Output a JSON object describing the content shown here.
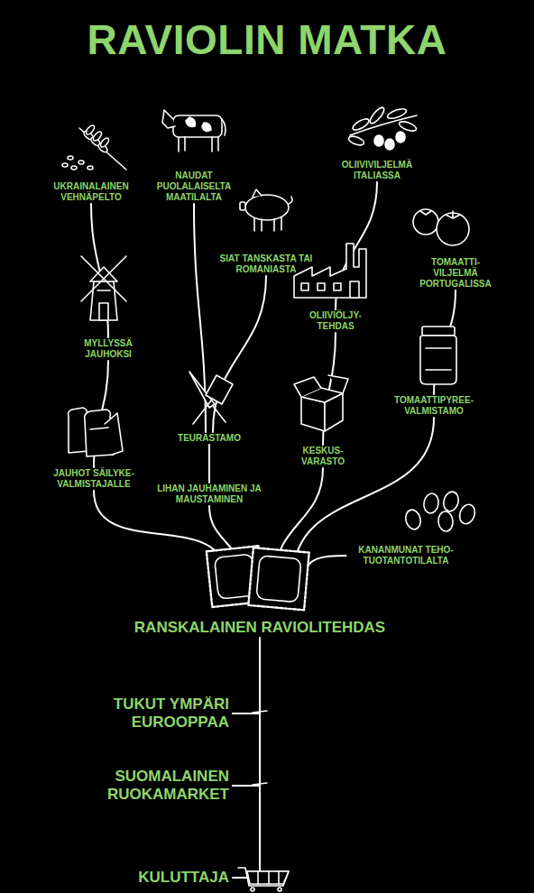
{
  "diagram": {
    "title": "RAVIOLIN MATKA",
    "nodes": [
      {
        "text": [
          "UKRAINALAINEN VEHNÄPELTO"
        ]
      },
      {
        "text": [
          "NAUDAT PUOLALAISELTA MAATILALTA"
        ]
      },
      {
        "text": [
          "OLIIVIVILJELMÄ ITALIASSA"
        ]
      },
      {
        "text": [
          "SIAT TANSKASTA TAI ROMANIASTA"
        ]
      },
      {
        "text": [
          "TOMAATTI- VILJELMÄ PORTUGALISSA"
        ]
      },
      {
        "text": [
          "MYLLYSSÄ JAUHOKSI"
        ]
      },
      {
        "text": [
          "OLIIVIÖLJY- TEHDAS"
        ]
      },
      {
        "text": [
          "TOMAATTIPYREE- VALMISTAMO"
        ]
      },
      {
        "text": [
          "TEURASTAMO"
        ]
      },
      {
        "text": [
          "KESKUS- VARASTO"
        ]
      },
      {
        "text": [
          "JAUHOT SÄILYKE- VALMISTAJALLE"
        ]
      },
      {
        "text": [
          "LIHAN JAUHAMINEN JA MAUSTAMINEN"
        ]
      },
      {
        "text": [
          "KANANMUNAT TEHO- TUOTANTOTILALTA"
        ]
      },
      {
        "text": [
          "RANSKALAINEN RAVIOLITEHDAS"
        ]
      },
      {
        "text": [
          "TUKUT YMPÄRI EUROOPPAA"
        ]
      },
      {
        "text": [
          "SUOMALAINEN RUOKAMARKET"
        ]
      },
      {
        "text": [
          "KULUTTAJA"
        ]
      }
    ],
    "edges": [
      {
        "from": 0,
        "to": 5,
        "arrow": "none"
      },
      {
        "from": 5,
        "to": 10,
        "arrow": "none"
      },
      {
        "from": 10,
        "to": 13,
        "arrow": "none"
      },
      {
        "from": 1,
        "to": 8,
        "arrow": "none"
      },
      {
        "from": 3,
        "to": 8,
        "arrow": "none"
      },
      {
        "from": 8,
        "to": 11,
        "arrow": "none"
      },
      {
        "from": 11,
        "to": 13,
        "arrow": "none"
      },
      {
        "from": 2,
        "to": 6,
        "arrow": "none"
      },
      {
        "from": 6,
        "to": 9,
        "arrow": "none"
      },
      {
        "from": 9,
        "to": 13,
        "arrow": "none"
      },
      {
        "from": 4,
        "to": 7,
        "arrow": "none"
      },
      {
        "from": 7,
        "to": 13,
        "arrow": "none"
      },
      {
        "from": 12,
        "to": 13,
        "arrow": "none"
      },
      {
        "from": 13,
        "to": 14,
        "arrow": "none"
      },
      {
        "from": 14,
        "to": 15,
        "arrow": "none"
      },
      {
        "from": 15,
        "to": 16,
        "arrow": "none"
      }
    ]
  }
}
